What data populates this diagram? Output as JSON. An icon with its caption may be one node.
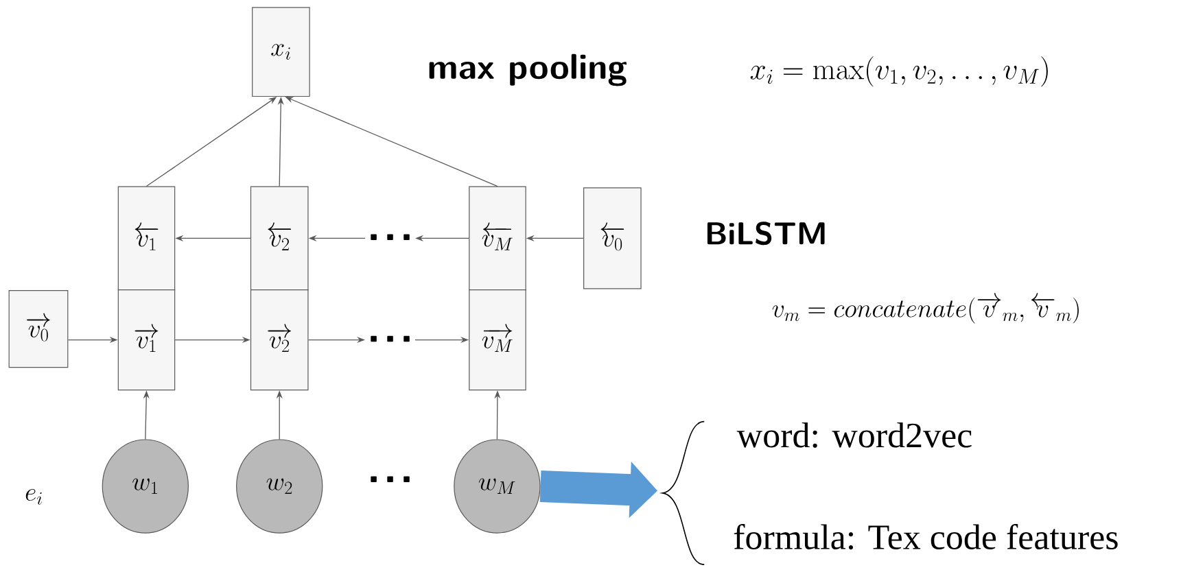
{
  "diagram": {
    "nodes": [
      {
        "text": [
          "x_i"
        ]
      },
      {
        "text": [
          "\\overleftarrow{v_1}"
        ]
      },
      {
        "text": [
          "\\overleftarrow{v_2}"
        ]
      },
      {
        "text": [
          "•••"
        ]
      },
      {
        "text": [
          "\\overleftarrow{v_M}"
        ]
      },
      {
        "text": [
          "\\overleftarrow{v_0}"
        ]
      },
      {
        "text": [
          "\\overrightarrow{v_0}"
        ]
      },
      {
        "text": [
          "\\overrightarrow{v_1}"
        ]
      },
      {
        "text": [
          "\\overrightarrow{v_2}"
        ]
      },
      {
        "text": [
          "•••"
        ]
      },
      {
        "text": [
          "\\overrightarrow{v_M}"
        ]
      },
      {
        "text": [
          "w_1"
        ]
      },
      {
        "text": [
          "w_2"
        ]
      },
      {
        "text": [
          "w_M"
        ]
      }
    ],
    "edges": [
      {
        "from": 1,
        "to": 0,
        "arrow": "to"
      },
      {
        "from": 2,
        "to": 0,
        "arrow": "to"
      },
      {
        "from": 4,
        "to": 0,
        "arrow": "to"
      },
      {
        "from": 5,
        "to": 4,
        "arrow": "to"
      },
      {
        "from": 4,
        "to": 3,
        "arrow": "to"
      },
      {
        "from": 3,
        "to": 2,
        "arrow": "to"
      },
      {
        "from": 2,
        "to": 1,
        "arrow": "to"
      },
      {
        "from": 6,
        "to": 7,
        "arrow": "to"
      },
      {
        "from": 7,
        "to": 8,
        "arrow": "to"
      },
      {
        "from": 8,
        "to": 9,
        "arrow": "to"
      },
      {
        "from": 9,
        "to": 10,
        "arrow": "to"
      },
      {
        "from": 11,
        "to": 7,
        "arrow": "to"
      },
      {
        "from": 12,
        "to": 8,
        "arrow": "to"
      },
      {
        "from": 13,
        "to": 10,
        "arrow": "to"
      },
      {
        "from": 13,
        "to": null,
        "arrow": "to",
        "style": "thick",
        "color": "#5b9bd5"
      }
    ],
    "labels": [
      "max pooling",
      "x_i = \\max(v_1, v_2, \\ldots, v_M)",
      "BiLSTM",
      "v_m = concatenate(\\overrightarrow{v}_m, \\overleftarrow{v}_m)",
      "•••",
      "e_i",
      "word: word2vec",
      "formula: Tex code features"
    ]
  }
}
